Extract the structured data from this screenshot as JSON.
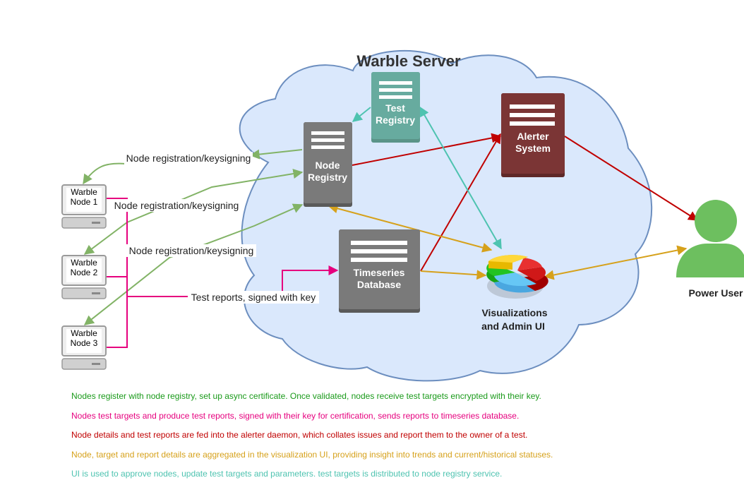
{
  "colors": {
    "cloud_fill": "#dae8fc",
    "cloud_stroke": "#6c8ebf",
    "server_gray": "#7a7a7a",
    "test_registry": "#67ab9f",
    "alerter": "#7b3535",
    "green": "#82b366",
    "magenta": "#e6007e",
    "red": "#c00000",
    "gold": "#d6a11b",
    "teal": "#4ec3b0",
    "user": "#6dbf5f"
  },
  "cloud": {
    "title": "Warble Server"
  },
  "servers": {
    "test_registry": {
      "line1": "Test",
      "line2": "Registry"
    },
    "node_registry": {
      "line1": "Node",
      "line2": "Registry"
    },
    "alerter": {
      "line1": "Alerter",
      "line2": "System"
    },
    "timeseries": {
      "line1": "Timeseries",
      "line2": "Database"
    }
  },
  "nodes": [
    {
      "line1": "Warble",
      "line2": "Node 1"
    },
    {
      "line1": "Warble",
      "line2": "Node 2"
    },
    {
      "line1": "Warble",
      "line2": "Node 3"
    }
  ],
  "edge_labels": {
    "reg1": "Node registration/keysigning",
    "reg2": "Node registration/keysigning",
    "reg3": "Node registration/keysigning",
    "test_reports": "Test reports, signed with key"
  },
  "visualization": {
    "line1": "Visualizations",
    "line2": "and Admin UI",
    "icon": "pie-chart-icon"
  },
  "power_user": {
    "label": "Power User",
    "icon": "user-icon"
  },
  "legend": [
    {
      "text": "Nodes register with node registry, set up async certificate. Once validated, nodes receive test targets encrypted with their key.",
      "color": "#1a9a1a"
    },
    {
      "text": "Nodes test targets and produce test reports, signed with their key for certification, sends reports to timeseries database.",
      "color": "#e6007e"
    },
    {
      "text": "Node details and test reports are fed into the alerter daemon, which collates issues and report them to the owner of a test.",
      "color": "#c00000"
    },
    {
      "text": "Node, target and report details are aggregated in the visualization UI, providing insight into trends and current/historical statuses.",
      "color": "#d6a11b"
    },
    {
      "text": "UI is used to approve nodes, update test targets and parameters. test targets is distributed to node registry service.",
      "color": "#4ec3b0"
    }
  ]
}
